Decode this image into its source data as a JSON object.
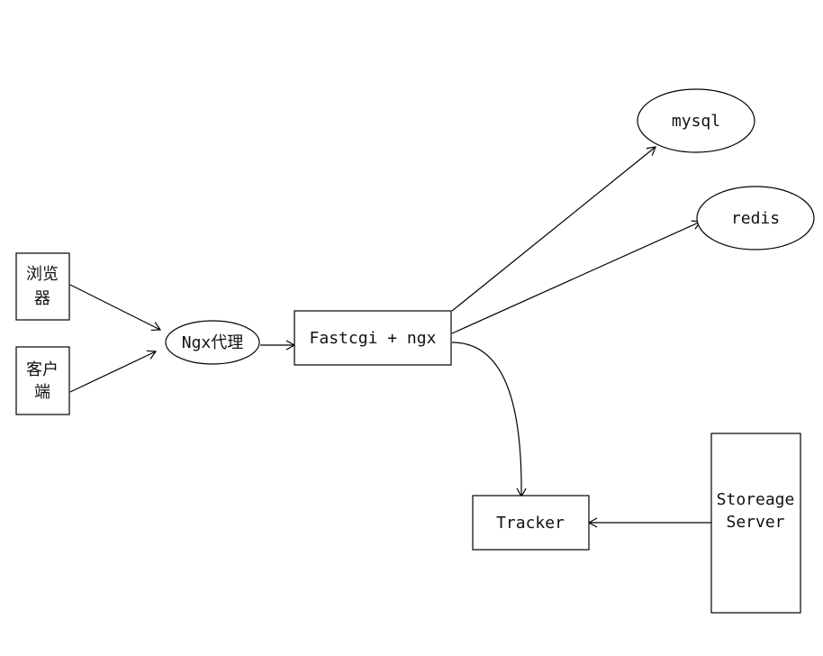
{
  "nodes": {
    "browser": {
      "label_line1": "浏览",
      "label_line2": "器"
    },
    "client": {
      "label_line1": "客户",
      "label_line2": "端"
    },
    "ngx_proxy": {
      "label": "Ngx代理"
    },
    "fastcgi_ngx": {
      "label": "Fastcgi + ngx"
    },
    "mysql": {
      "label": "mysql"
    },
    "redis": {
      "label": "redis"
    },
    "tracker": {
      "label": "Tracker"
    },
    "storage_server": {
      "label_line1": "Storeage",
      "label_line2": "Server"
    }
  }
}
